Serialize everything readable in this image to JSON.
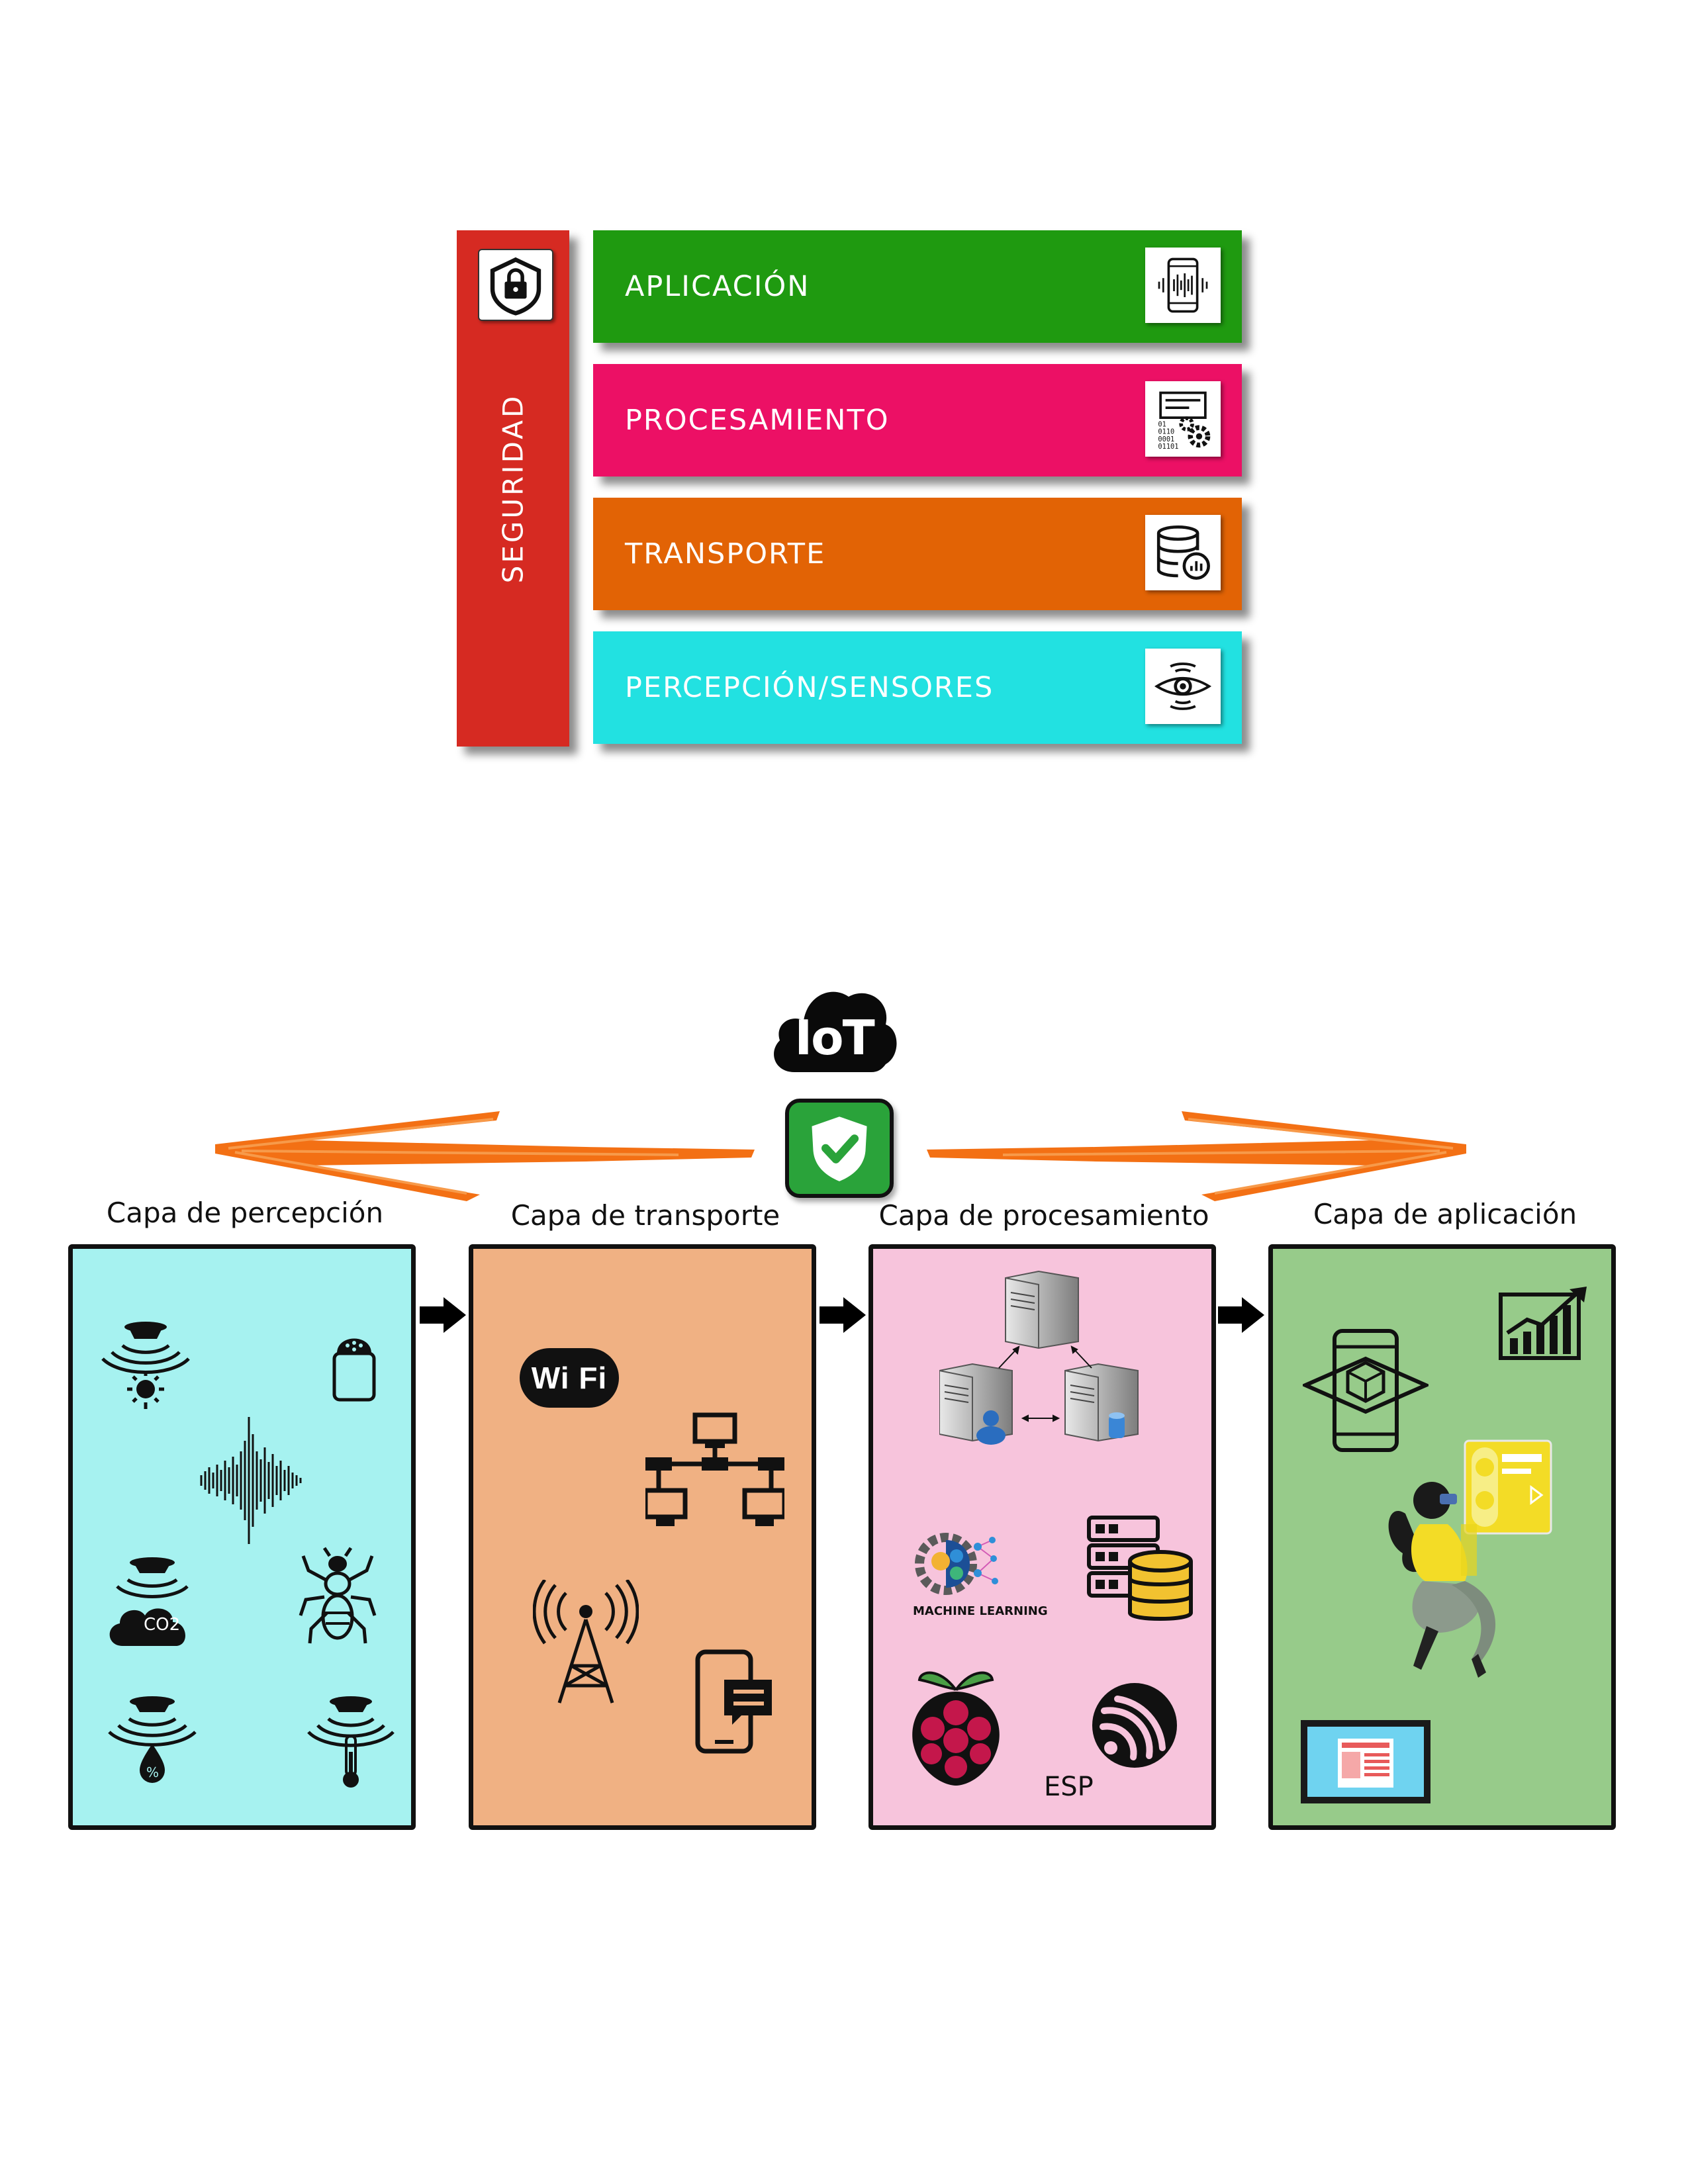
{
  "stack": {
    "security_label": "SEGURIDAD",
    "layers": [
      {
        "label": "APLICACIÓN",
        "color": "#1f9a10"
      },
      {
        "label": "PROCESAMIENTO",
        "color": "#ec1065"
      },
      {
        "label": "TRANSPORTE",
        "color": "#e26305"
      },
      {
        "label": "PERCEPCIÓN/SENSORES",
        "color": "#22e1e1"
      }
    ],
    "security_color": "#d62a22"
  },
  "iot": {
    "cloud_label": "IoT",
    "arrow_color": "#f37014",
    "columns": [
      {
        "title": "Capa de percepción",
        "color": "#a6f2f0"
      },
      {
        "title": "Capa de transporte",
        "color": "#f0b183"
      },
      {
        "title": "Capa de procesamiento",
        "color": "#f7c4dc"
      },
      {
        "title": "Capa de aplicación",
        "color": "#97cb8a"
      }
    ],
    "perception": {
      "co2_label": "CO2"
    },
    "transport": {
      "wifi_label": "Wi Fi"
    },
    "processing": {
      "ml_label": "MACHINE LEARNING",
      "esp_label": "ESP"
    }
  }
}
